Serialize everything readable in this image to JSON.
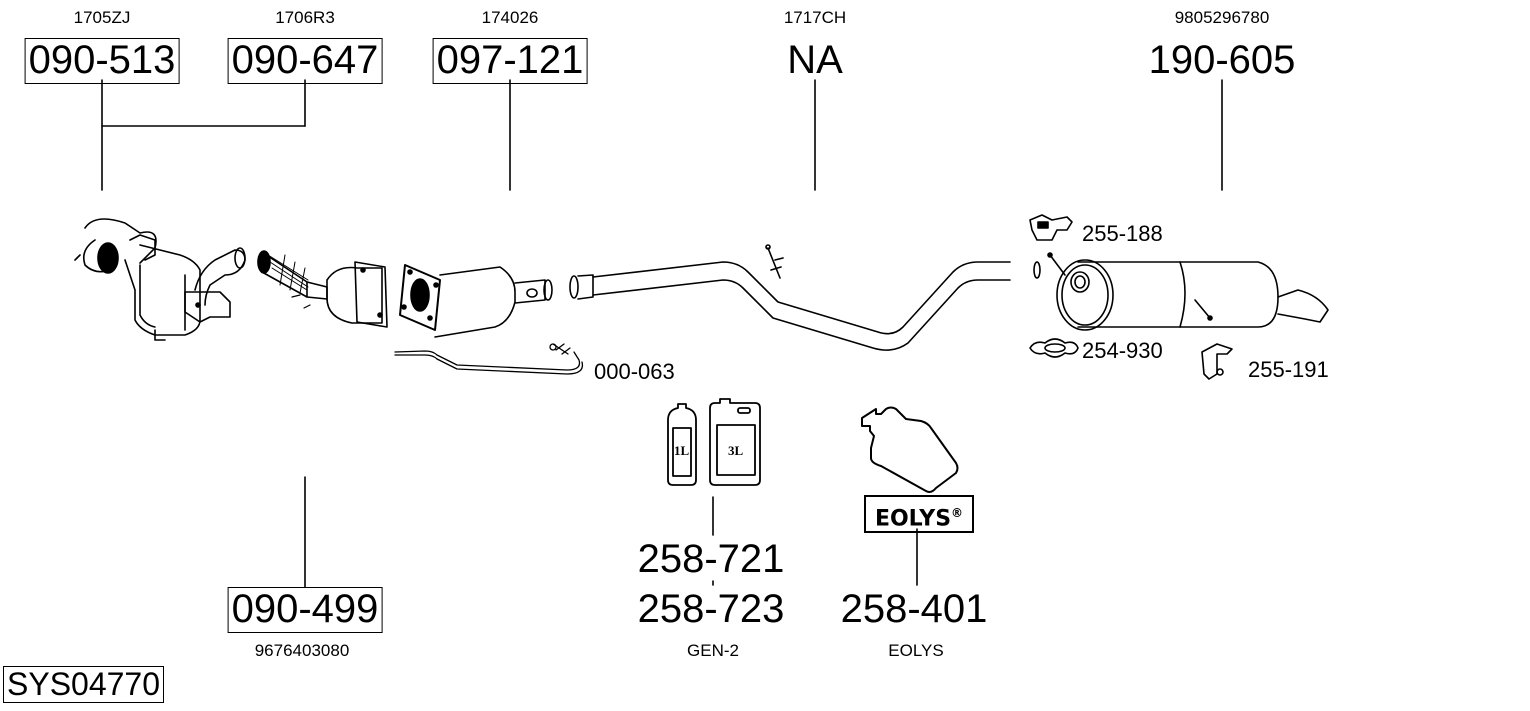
{
  "diagram": {
    "system_code": "SYS04770",
    "parts": [
      {
        "oe_number": "1705ZJ",
        "part_number": "090-513",
        "boxed": true
      },
      {
        "oe_number": "1706R3",
        "part_number": "090-647",
        "boxed": true
      },
      {
        "oe_number": "174026",
        "part_number": "097-121",
        "boxed": true
      },
      {
        "oe_number": "1717CH",
        "part_number": "NA",
        "boxed": false
      },
      {
        "oe_number": "9805296780",
        "part_number": "190-605",
        "boxed": false
      },
      {
        "oe_number": "9676403080",
        "part_number": "090-499",
        "boxed": true
      }
    ],
    "accessories": [
      {
        "part_number": "000-063",
        "icon": "sensor-cable-icon"
      },
      {
        "part_number": "255-188",
        "icon": "rubber-hanger-icon"
      },
      {
        "part_number": "254-930",
        "icon": "pipe-clamp-icon"
      },
      {
        "part_number": "255-191",
        "icon": "mounting-bracket-icon"
      }
    ],
    "additives": {
      "bottle_labels": [
        "1L",
        "3L"
      ],
      "part_numbers": [
        "258-721",
        "258-723"
      ],
      "caption": "GEN-2"
    },
    "eolys": {
      "logo_text": "EOLYS",
      "logo_mark": "®",
      "part_number": "258-401",
      "caption": "EOLYS"
    }
  }
}
